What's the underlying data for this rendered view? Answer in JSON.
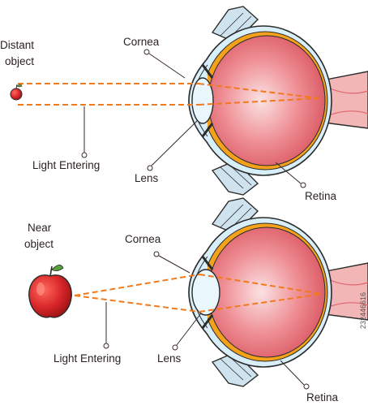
{
  "diagram": {
    "top": {
      "object_label": [
        "Distant",
        "object"
      ],
      "cornea_label": "Cornea",
      "light_label": "Light Entering",
      "lens_label": "Lens",
      "retina_label": "Retina"
    },
    "bottom": {
      "object_label": [
        "Near",
        "object"
      ],
      "cornea_label": "Cornea",
      "light_label": "Light Entering",
      "lens_label": "Lens",
      "retina_label": "Retina"
    },
    "stock_id": "232446616"
  },
  "colors": {
    "eyeball_fill": "#e0646e",
    "eyeball_light": "#f8d0d2",
    "sclera": "#d8eef8",
    "outline": "#2b2b2b",
    "retina_stripe": "#f4a21c",
    "light_ray": "#f07a1c",
    "lens": "#e9f6fc",
    "apple": "#d9262a",
    "leader_line": "#3a2a2a"
  }
}
